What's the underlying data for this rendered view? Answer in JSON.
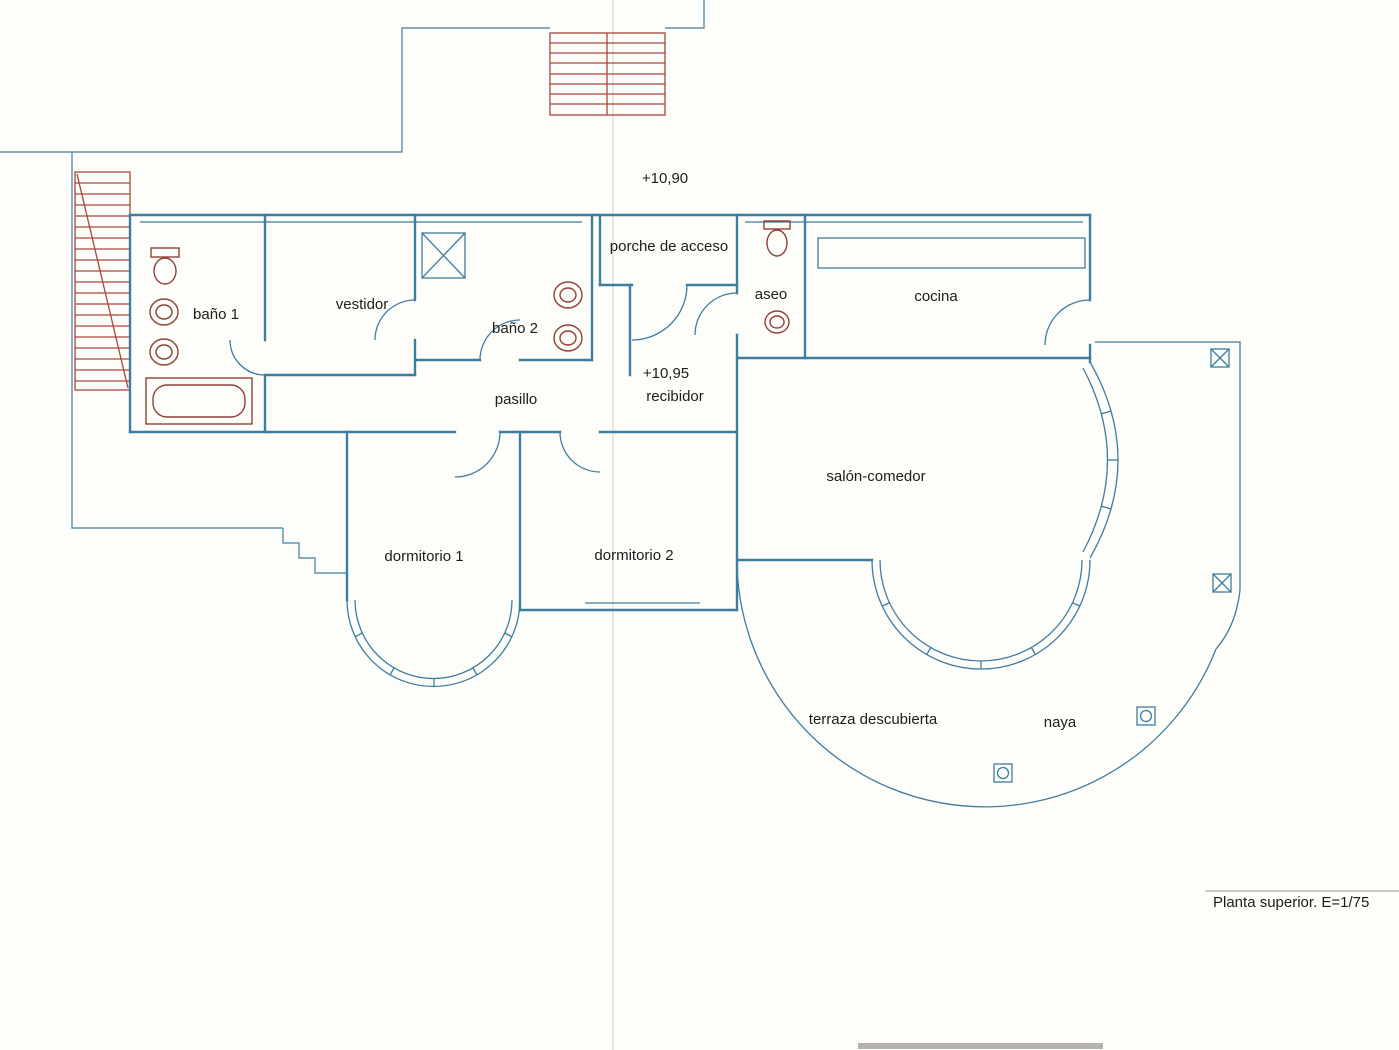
{
  "plan": {
    "title": "Planta superior. E=1/75",
    "levels": {
      "porch": "+10,90",
      "hall": "+10,95"
    },
    "rooms": {
      "porche": "porche de acceso",
      "aseo": "aseo",
      "cocina": "cocina",
      "bano1": "baño 1",
      "vestidor": "vestidor",
      "bano2": "baño 2",
      "recibidor": "recibidor",
      "pasillo": "pasillo",
      "salon": "salón-comedor",
      "dormitorio1": "dormitorio 1",
      "dormitorio2": "dormitorio 2",
      "terraza": "terraza descubierta",
      "naya": "naya"
    },
    "colors": {
      "wall_line": "#3f7d9e",
      "stair_line": "#a8453c",
      "fixture_line": "#8f4138",
      "label_text": "#1c1c1c",
      "paper": "#fdfdfa"
    }
  }
}
